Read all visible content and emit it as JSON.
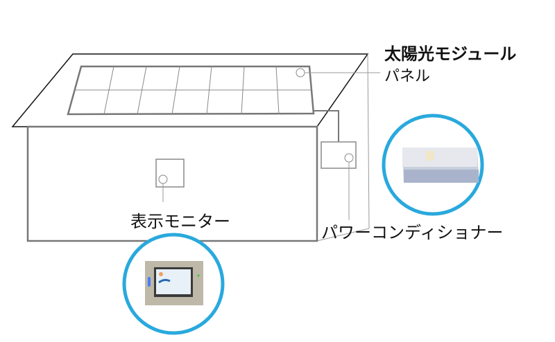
{
  "labels": {
    "module_title": "太陽光モジュール",
    "module_sub": "パネル",
    "monitor": "表示モニター",
    "power_conditioner": "パワーコンディショナー"
  },
  "colors": {
    "accent_circle": "#29a9dd",
    "line": "#777777"
  }
}
